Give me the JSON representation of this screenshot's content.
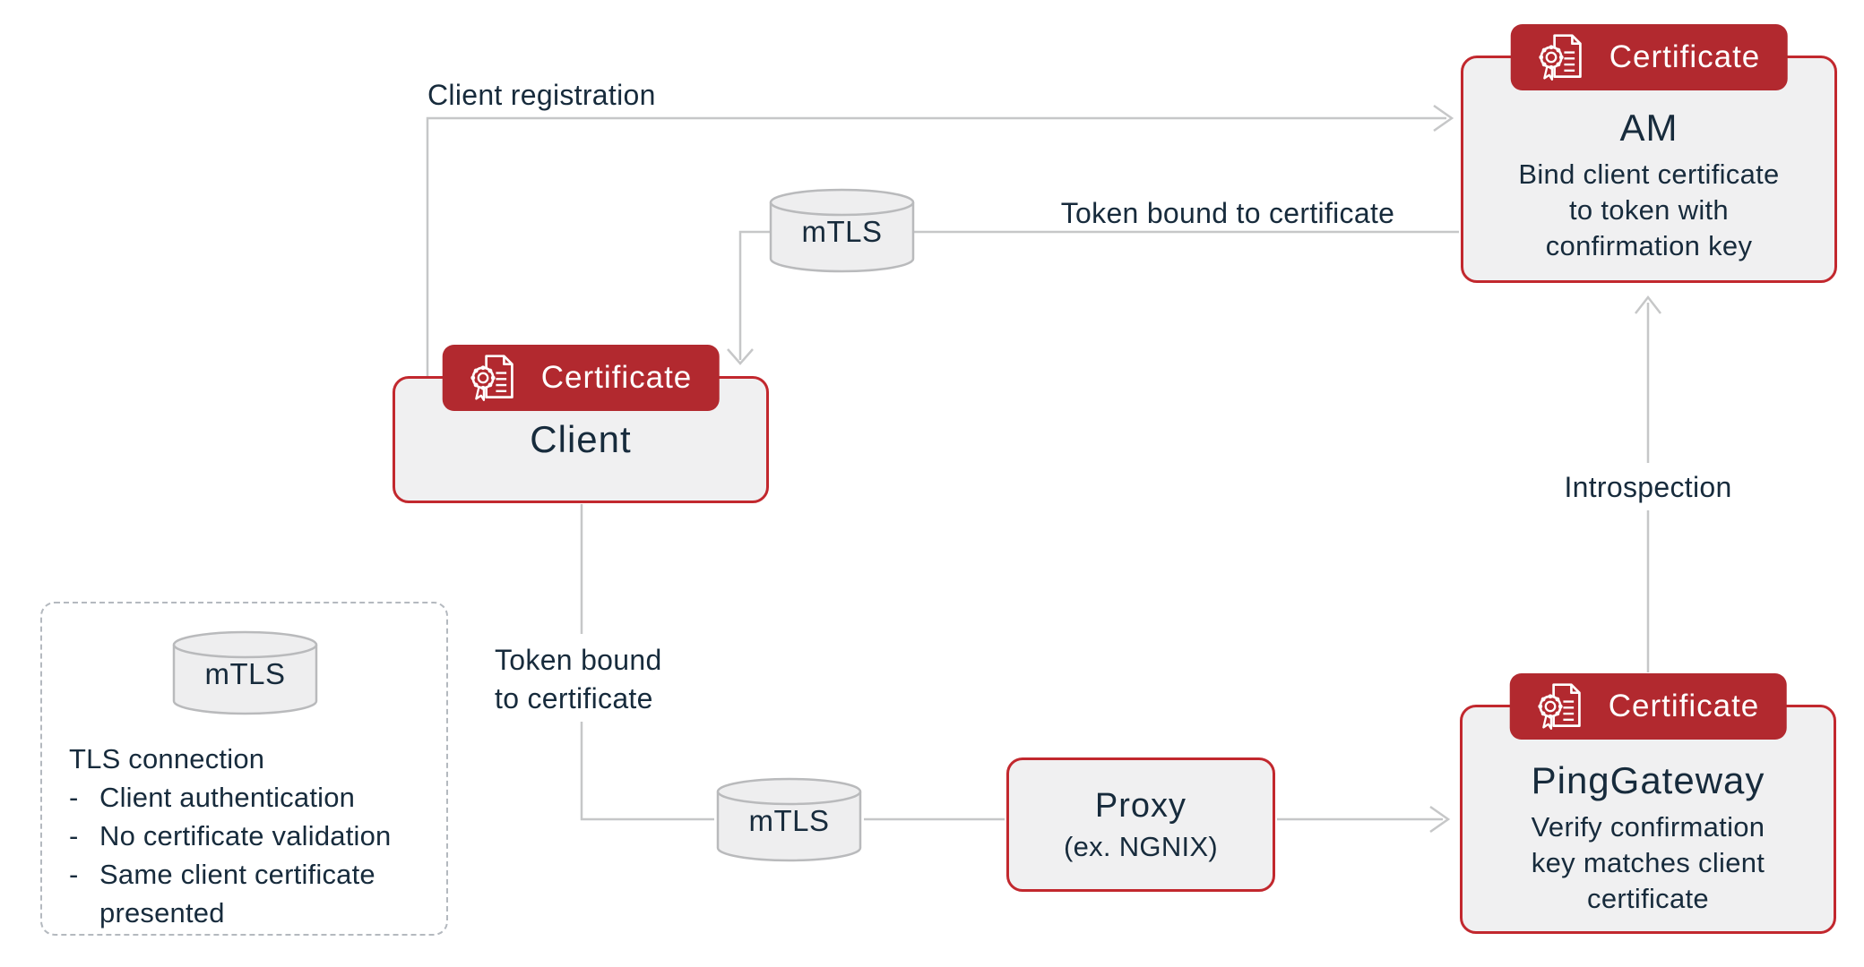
{
  "diagram": {
    "badge_label": "Certificate",
    "nodes": {
      "am": {
        "title": "AM",
        "body": [
          "Bind client certificate",
          "to token with",
          "confirmation key"
        ]
      },
      "client": {
        "title": "Client"
      },
      "pinggateway": {
        "title": "PingGateway",
        "body": [
          "Verify confirmation",
          "key matches client",
          "certificate"
        ]
      },
      "proxy": {
        "title": "Proxy",
        "subtitle": "(ex. NGNIX)"
      }
    },
    "cylinders": {
      "top": "mTLS",
      "bottom": "mTLS",
      "legend": "mTLS"
    },
    "edges": {
      "client_registration": "Client registration",
      "token_bound_to_certificate": "Token bound to certificate",
      "token_bound_line1": "Token bound",
      "token_bound_line2": "to certificate",
      "introspection": "Introspection"
    },
    "legend": {
      "cylinder_label": "mTLS",
      "title": "TLS connection",
      "bullet": "-",
      "items": [
        "Client authentication",
        "No certificate validation",
        "Same client certificate presented"
      ]
    },
    "colors": {
      "badge_red": "#b2292f",
      "border_red": "#c2282e",
      "box_fill": "#f0f0f1",
      "cylinder_fill": "#eeeeef",
      "cylinder_stroke": "#b9babc",
      "connector_grey": "#c6c7c8",
      "dashed_grey": "#b4b9bf",
      "text_navy": "#172b3c"
    }
  }
}
